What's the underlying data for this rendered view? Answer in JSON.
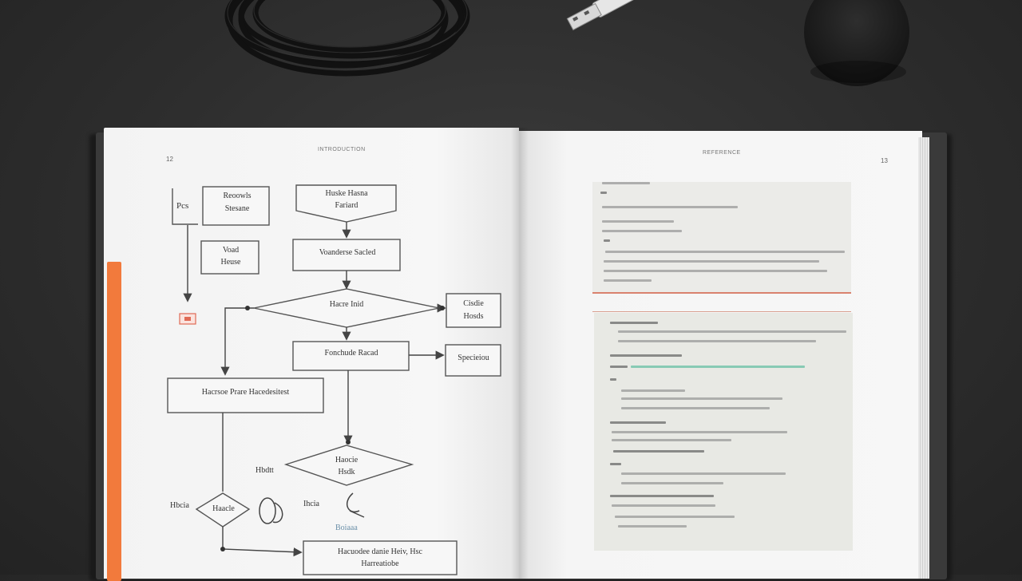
{
  "scene": {
    "objects": [
      "coiled-cable",
      "usb-plug",
      "computer-mouse",
      "open-book"
    ]
  },
  "left_page": {
    "page_number": "12",
    "running_header": "INTRODUCTION",
    "flowchart": {
      "nodes": {
        "n1": "Reoowls",
        "n2": "Stesane",
        "n3": "Voad",
        "n4": "Heuse",
        "n5": "Huske Hasna",
        "n6": "Fariard",
        "n7": "Voanderse Sacled",
        "n8": "Hacre Inid",
        "n9": "Cisdie",
        "n10": "Hosds",
        "n11": "Fonchude Racad",
        "n12": "Specieiou",
        "n13": "Hacrsoe Prare Hacedesitest",
        "n14": "Hbdtt",
        "n15": "Haocie",
        "n16": "Hsdk",
        "n17": "Haacle",
        "n18": "Hbcia",
        "n19": "Ihcia",
        "n20": "Boiaaa",
        "n21": "Hacuodee danie Heiv, Hsc",
        "n22": "Harreatiobe",
        "n23": "Pcs"
      }
    }
  },
  "right_page": {
    "page_number": "13",
    "running_header": "REFERENCE"
  },
  "colors": {
    "desk": "#2d2d2d",
    "paper": "#f5f5f5",
    "tab": "#f27a3c",
    "code_panel": "#ebebe8",
    "accent_line": "#d9826e",
    "code_highlight": "#6fc2a8"
  }
}
